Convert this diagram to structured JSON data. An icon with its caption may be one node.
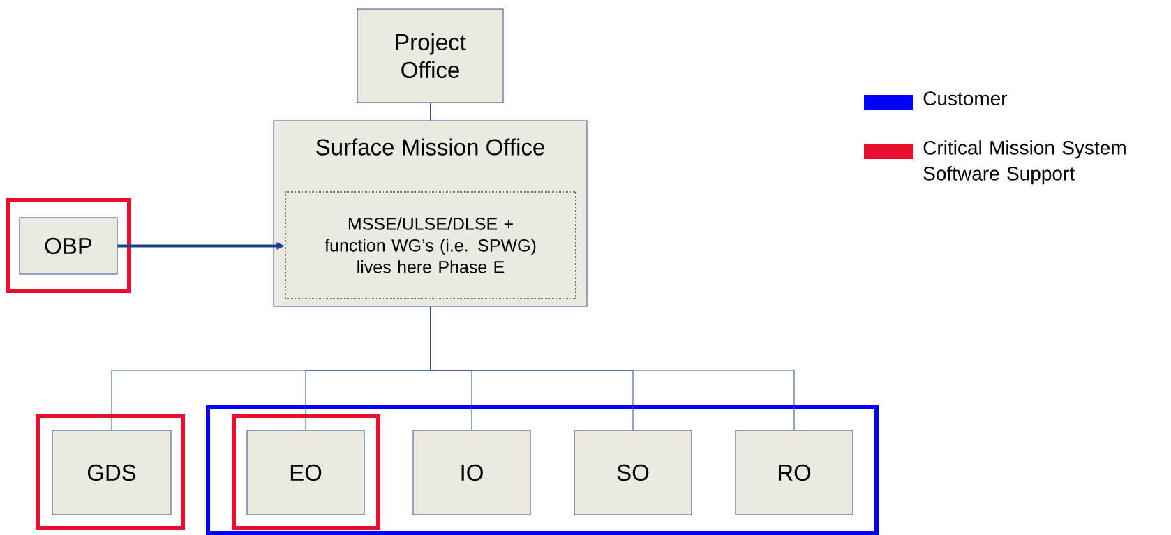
{
  "diagram": {
    "nodes": [
      {
        "text": [
          "Project Office"
        ]
      },
      {
        "text": [
          "Surface Mission Office"
        ]
      },
      {
        "text": [
          "MSSE/ULSE/DLSE + function WG’s (i.e. SPWG) lives here Phase E"
        ],
        "in": 1
      },
      {
        "text": [],
        "shape": "box"
      },
      {
        "text": [
          "OBP"
        ],
        "in": 3
      },
      {
        "text": [],
        "shape": "box"
      },
      {
        "text": [
          "GDS"
        ],
        "in": 5
      },
      {
        "text": [],
        "shape": "box"
      },
      {
        "text": [],
        "shape": "box",
        "in": 7
      },
      {
        "text": [
          "EO"
        ],
        "in": 8
      },
      {
        "text": [
          "IO"
        ],
        "in": 7
      },
      {
        "text": [
          "SO"
        ],
        "in": 7
      },
      {
        "text": [
          "RO"
        ],
        "in": 7
      }
    ],
    "edges": [
      {
        "from": 0,
        "to": 1,
        "arrow": "none"
      },
      {
        "from": 4,
        "to": 2,
        "arrow": "to",
        "style": "thick",
        "color": "#1f3f8f"
      },
      {
        "from": 1,
        "to": 6,
        "arrow": "none"
      },
      {
        "from": 1,
        "to": 9,
        "arrow": "none"
      },
      {
        "from": 1,
        "to": 10,
        "arrow": "none"
      },
      {
        "from": 1,
        "to": 11,
        "arrow": "none"
      },
      {
        "from": 1,
        "to": 12,
        "arrow": "none"
      }
    ],
    "legend": [
      {
        "text": "Customer",
        "color": "#0000ff"
      },
      {
        "text": "Critical Mission System Software Support",
        "color": "#e8102e"
      }
    ]
  }
}
